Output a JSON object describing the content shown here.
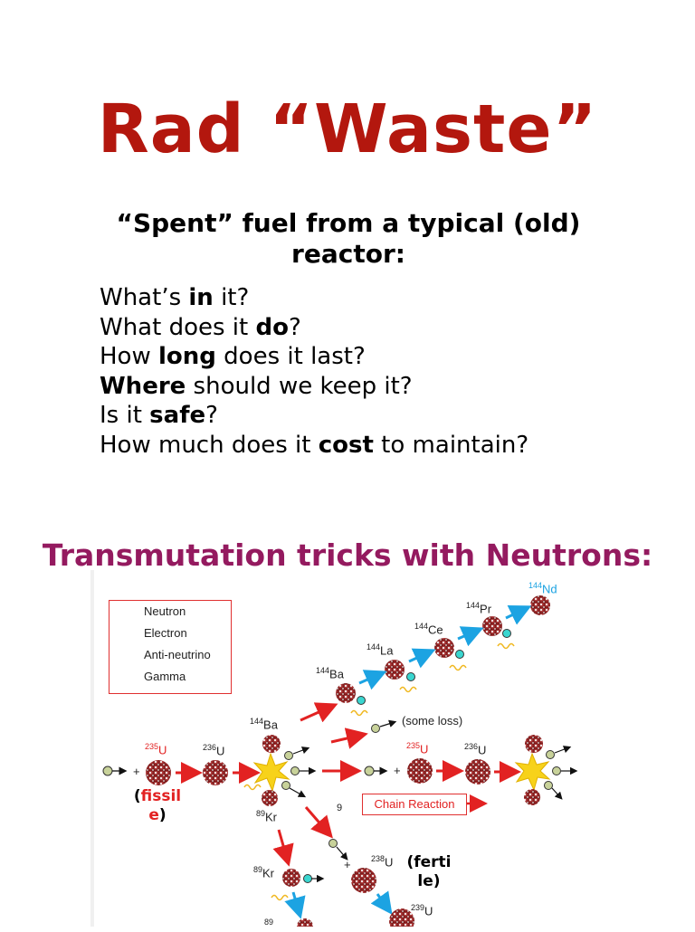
{
  "title": "Rad “Waste”",
  "subtitle": "“Spent” fuel from a typical (old) reactor:",
  "questions": [
    {
      "pre": "What’s ",
      "bold": "in",
      "post": " it?"
    },
    {
      "pre": "What does it ",
      "bold": "do",
      "post": "?"
    },
    {
      "pre": "How ",
      "bold": "long",
      "post": " does it last?"
    },
    {
      "pre": "",
      "bold": "Where",
      "post": " should we keep it?"
    },
    {
      "pre": "Is it ",
      "bold": "safe",
      "post": "?"
    },
    {
      "pre": "How much does it ",
      "bold": "cost",
      "post": " to maintain?"
    }
  ],
  "section_heading": "Transmutation tricks with Neutrons:",
  "diagram": {
    "legend": [
      "Neutron",
      "Electron",
      "Anti-neutrino",
      "Gamma"
    ],
    "isotopes": {
      "nd144": "Nd",
      "nd144_mass": "144",
      "pr144": "Pr",
      "pr144_mass": "144",
      "ce144": "Ce",
      "ce144_mass": "144",
      "la144": "La",
      "la144_mass": "144",
      "ba144_top": "Ba",
      "ba144_top_mass": "144",
      "ba144_mid": "Ba",
      "ba144_mid_mass": "144",
      "u235_left": "U",
      "u235_left_mass": "235",
      "u236_left": "U",
      "u236_left_mass": "236",
      "u235_right": "U",
      "u235_right_mass": "235",
      "u236_right": "U",
      "u236_right_mass": "236",
      "kr89_a": "Kr",
      "kr89_a_mass": "89",
      "kr89_b": "Kr",
      "kr89_b_mass": "89",
      "u238": "U",
      "u238_mass": "238",
      "u239": "U",
      "u239_mass": "239",
      "rb89": "89"
    },
    "some_loss": "(some loss)",
    "chain_reaction": "Chain Reaction",
    "plus": "+",
    "nine": "9",
    "fissile": {
      "open": "(",
      "word1": "fissil",
      "word2": "e",
      "close": ")"
    },
    "fertile": {
      "line1": "(ferti",
      "line2": "le)"
    }
  },
  "colors": {
    "title": "#b3170e",
    "section_heading": "#941a5f",
    "arrow_red": "#e22222",
    "arrow_blue": "#1ca3e2",
    "nucleus": "#8b2020",
    "neutron": "#c8d29a",
    "electron": "#3ad6d0",
    "gamma_star": "#f7d21a"
  }
}
